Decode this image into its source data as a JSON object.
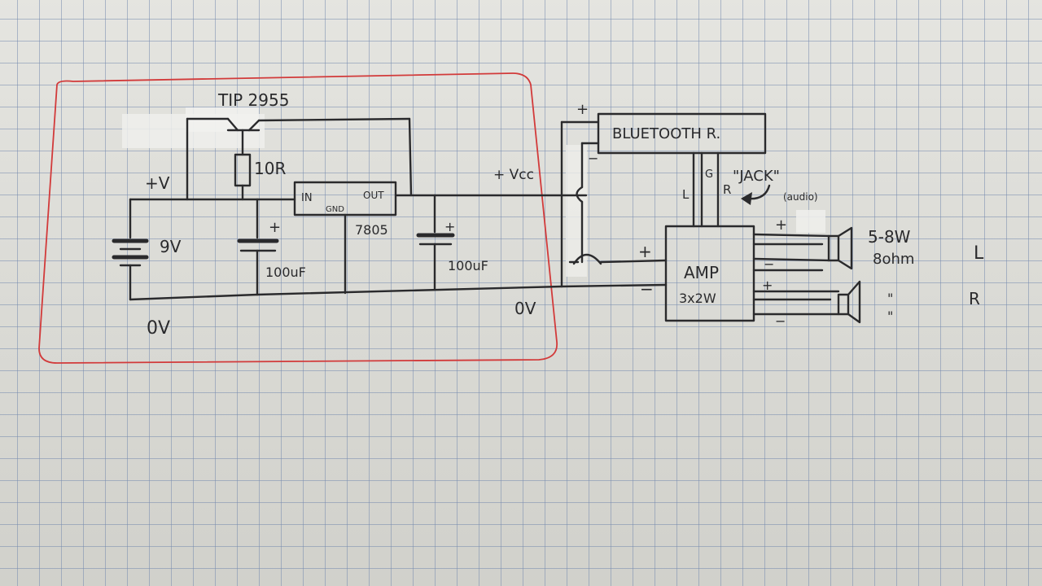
{
  "labels": {
    "transistor": "TIP 2955",
    "resistor": "10R",
    "plus_v": "+V",
    "battery": "9V",
    "cap1_plus": "+",
    "cap1_value": "100uF",
    "regulator_in": "IN",
    "regulator_gnd": "GND",
    "regulator_out": "OUT",
    "regulator_part": "7805",
    "cap2_plus": "+",
    "cap2_value": "100uF",
    "vcc": "+ Vcc",
    "zero_v_left": "0V",
    "zero_v_right": "0V",
    "bt_plus": "+",
    "bt_minus": "−",
    "bluetooth": "BLUETOOTH R.",
    "audio_l": "L",
    "audio_g": "G",
    "audio_r": "R",
    "jack": "\"JACK\"",
    "audio_note": "(audio)",
    "amp_plus": "+",
    "amp_minus": "−",
    "amp_name": "AMP",
    "amp_power": "3x2W",
    "out_l_plus": "+",
    "out_l_minus": "−",
    "out_r_plus": "+",
    "out_r_minus": "−",
    "speaker_power": "5-8W",
    "speaker_impedance": "8ohm",
    "speaker_l": "L",
    "ditto_1": "\"",
    "ditto_2": "\"",
    "speaker_r": "R"
  },
  "colors": {
    "ink": "#2a2a2c",
    "box_outline": "#d23a3a",
    "grid": "#7c8caf",
    "paper": "#dcdcd6"
  }
}
